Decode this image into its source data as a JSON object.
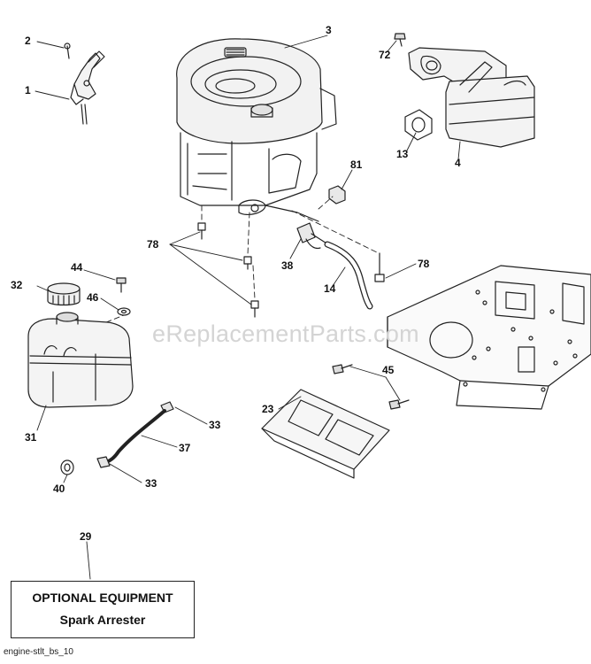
{
  "callouts": {
    "c2": "2",
    "c1": "1",
    "c3": "3",
    "c72": "72",
    "c13": "13",
    "c4": "4",
    "c81": "81",
    "c78a": "78",
    "c38": "38",
    "c14": "14",
    "c78b": "78",
    "c44": "44",
    "c32": "32",
    "c46": "46",
    "c45": "45",
    "c23": "23",
    "c31": "31",
    "c33a": "33",
    "c37": "37",
    "c33b": "33",
    "c40": "40",
    "c29": "29"
  },
  "watermark": "eReplacementParts.com",
  "optional_box": {
    "title": "OPTIONAL EQUIPMENT",
    "subtitle": "Spark Arrester"
  },
  "footer": "engine-stlt_bs_10"
}
